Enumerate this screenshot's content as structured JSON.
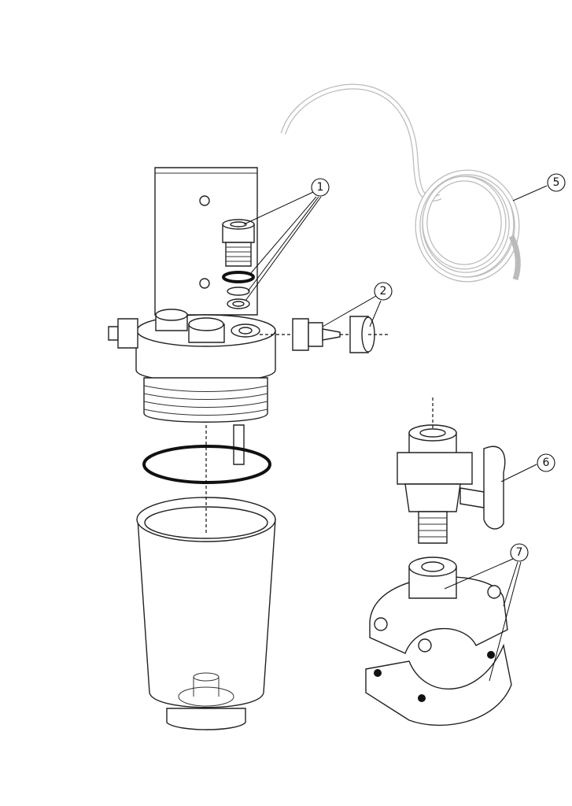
{
  "diagram": {
    "type": "exploded-parts-view",
    "callouts": [
      {
        "id": "callout-1",
        "label": "1"
      },
      {
        "id": "callout-2",
        "label": "2"
      },
      {
        "id": "callout-5",
        "label": "5"
      },
      {
        "id": "callout-6",
        "label": "6"
      },
      {
        "id": "callout-7",
        "label": "7"
      }
    ]
  }
}
